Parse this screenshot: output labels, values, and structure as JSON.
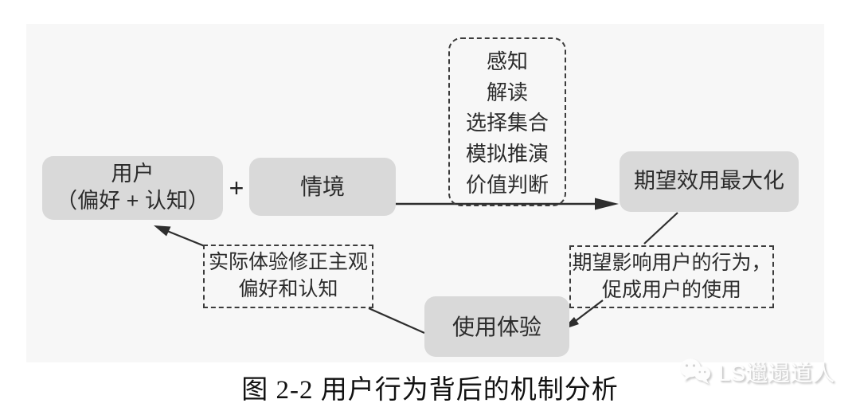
{
  "figure": {
    "caption": "图 2-2 用户行为背后的机制分析",
    "watermark": {
      "icon": "wechat-icon",
      "text": "LS邋遢道人"
    }
  },
  "diagram": {
    "nodes": {
      "user": {
        "line1": "用户",
        "line2": "（偏好 + 认知）"
      },
      "plus": "+",
      "context": "情境",
      "expected_utility": "期望效用最大化",
      "experience": "使用体验"
    },
    "process_steps": [
      "感知",
      "解读",
      "选择集合",
      "模拟推演",
      "价值判断"
    ],
    "annotations": {
      "expectation_effect": {
        "line1": "期望影响用户的行为，",
        "line2": "促成用户的使用"
      },
      "experience_feedback": {
        "line1": "实际体验修正主观",
        "line2": "偏好和认知"
      }
    },
    "colors": {
      "panel_background": "#f7f7f7",
      "node_fill": "#d9d9d9",
      "line_color": "#2e2e2e",
      "dashed_border": "#3c3c3c"
    }
  }
}
